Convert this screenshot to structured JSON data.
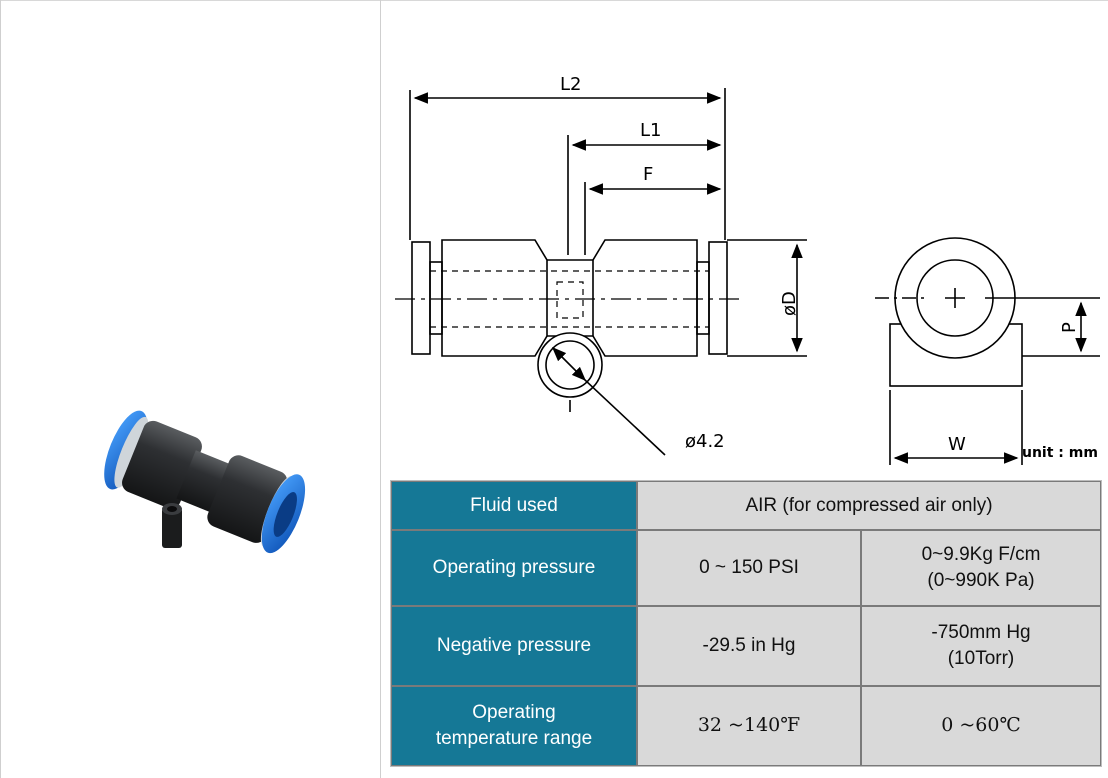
{
  "drawing": {
    "label_l2": "L2",
    "label_l1": "L1",
    "label_f": "F",
    "label_od": "øD",
    "label_hole": "ø4.2",
    "label_p": "P",
    "label_w": "W",
    "unit": "unit : mm"
  },
  "spec": {
    "fluid": {
      "label": "Fluid used",
      "value": "AIR (for compressed air only)"
    },
    "operating_pressure": {
      "label": "Operating pressure",
      "imperial": "0 ~ 150 PSI",
      "metric_1": "0~9.9Kg F/cm",
      "metric_2": "(0~990K Pa)"
    },
    "negative_pressure": {
      "label": "Negative pressure",
      "imperial": "-29.5 in Hg",
      "metric_1": "-750mm Hg",
      "metric_2": "(10Torr)"
    },
    "temperature": {
      "label_1": "Operating",
      "label_2": "temperature range",
      "imperial": "32 ~140℉",
      "metric": "0 ~60℃"
    }
  },
  "colors": {
    "header_bg": "#157896",
    "value_bg": "#d9d9d9",
    "fitting_body": "#2b2d2f",
    "fitting_ring": "#1f6fd6"
  }
}
